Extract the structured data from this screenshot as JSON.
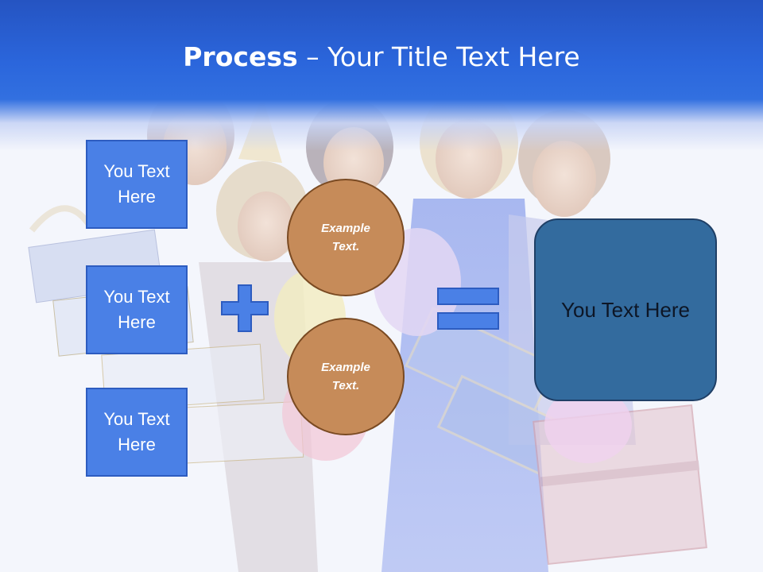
{
  "slide": {
    "title_bold": "Process",
    "title_rest": " – Your Title Text Here"
  },
  "left_boxes": [
    {
      "label": "You Text Here"
    },
    {
      "label": "You Text Here"
    },
    {
      "label": "You Text Here"
    }
  ],
  "circles": [
    {
      "label": "Example Text."
    },
    {
      "label": "Example Text."
    }
  ],
  "result_box": {
    "label": "You Text Here"
  },
  "colors": {
    "header_blue": "#2b66dc",
    "box_blue": "#4a80e6",
    "circle_tan": "#c68b59",
    "result_blue": "#336b9e"
  },
  "icons": {
    "plus": "plus-icon",
    "equals": "equals-icon"
  }
}
